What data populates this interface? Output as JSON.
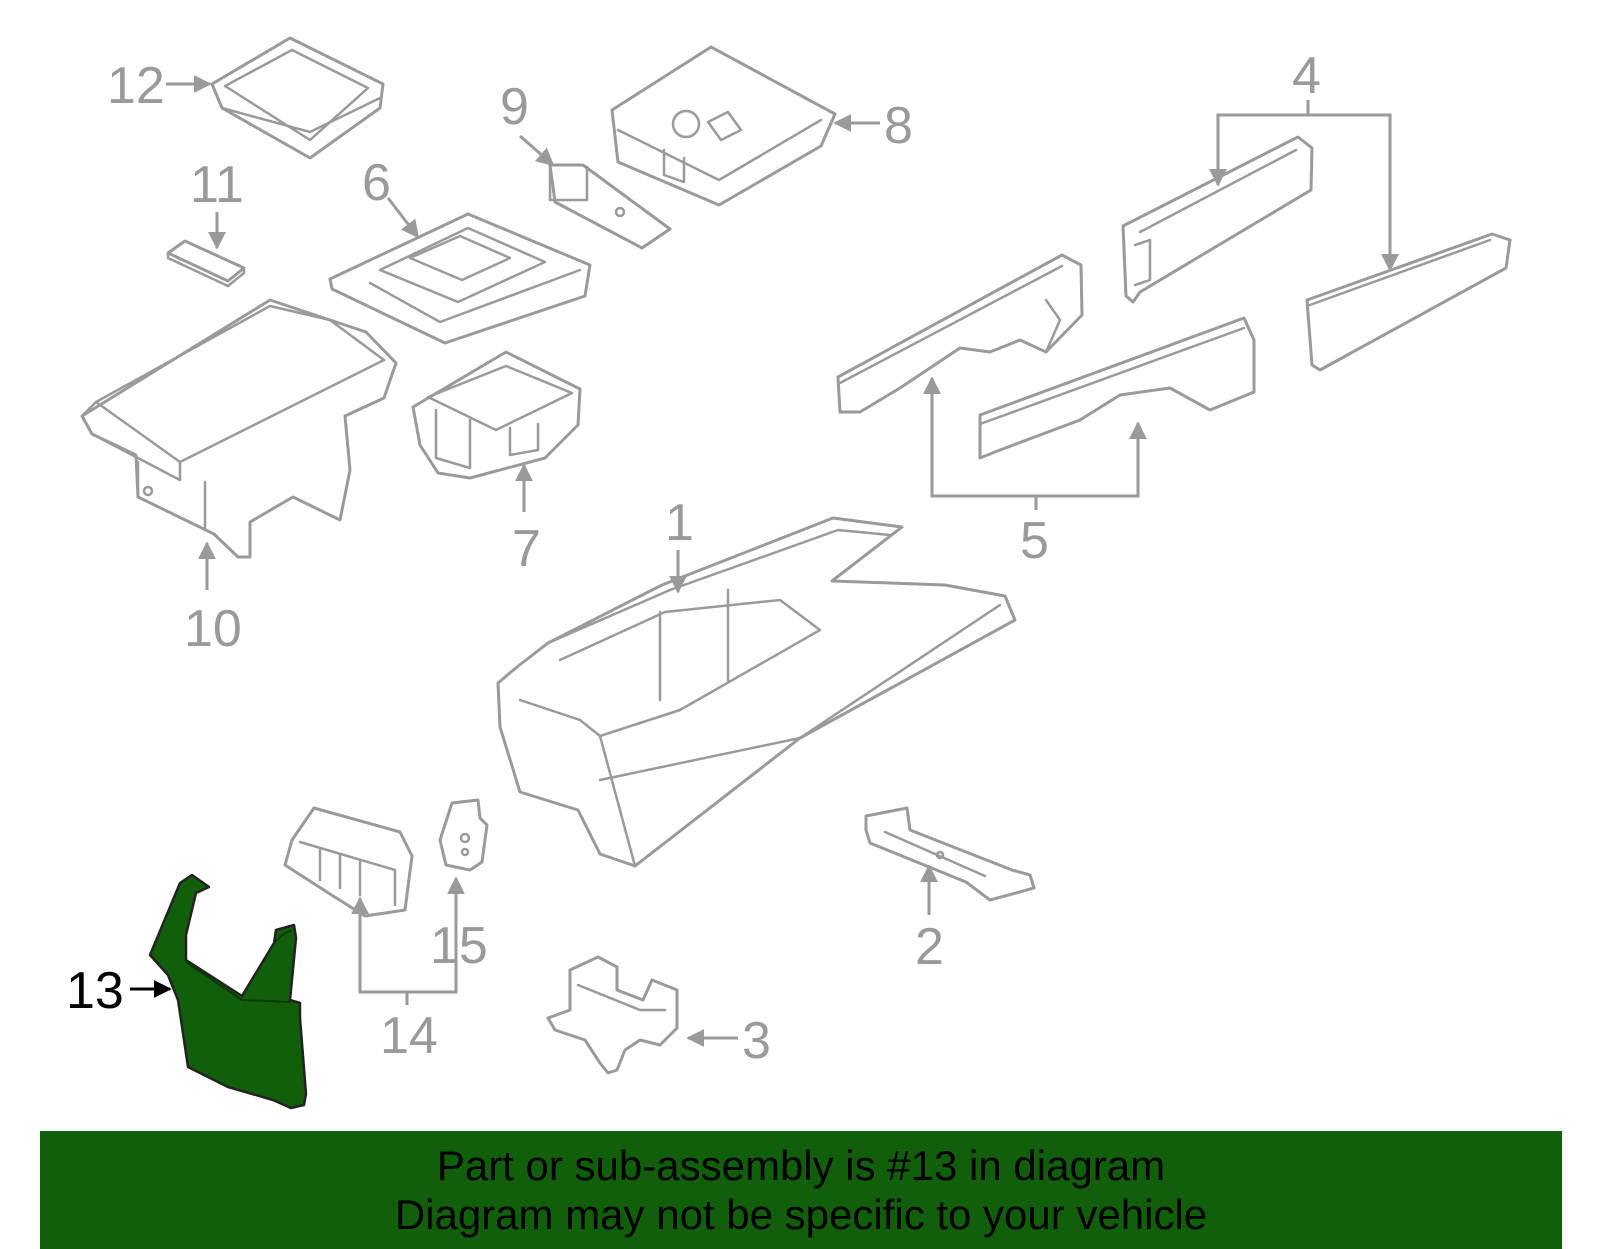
{
  "callouts": {
    "c1": "1",
    "c2": "2",
    "c3": "3",
    "c4": "4",
    "c5": "5",
    "c6": "6",
    "c7": "7",
    "c8": "8",
    "c9": "9",
    "c10": "10",
    "c11": "11",
    "c12": "12",
    "c13": "13",
    "c14": "14",
    "c15": "15"
  },
  "highlighted_part": "13",
  "colors": {
    "banner": "#125f0b",
    "highlight": "#125f0b",
    "line_art": "#9a9a9a",
    "active_label": "#000000"
  },
  "banner": {
    "line1": "Part or sub-assembly is #13 in diagram",
    "line2": "Diagram may not be specific to your vehicle"
  }
}
